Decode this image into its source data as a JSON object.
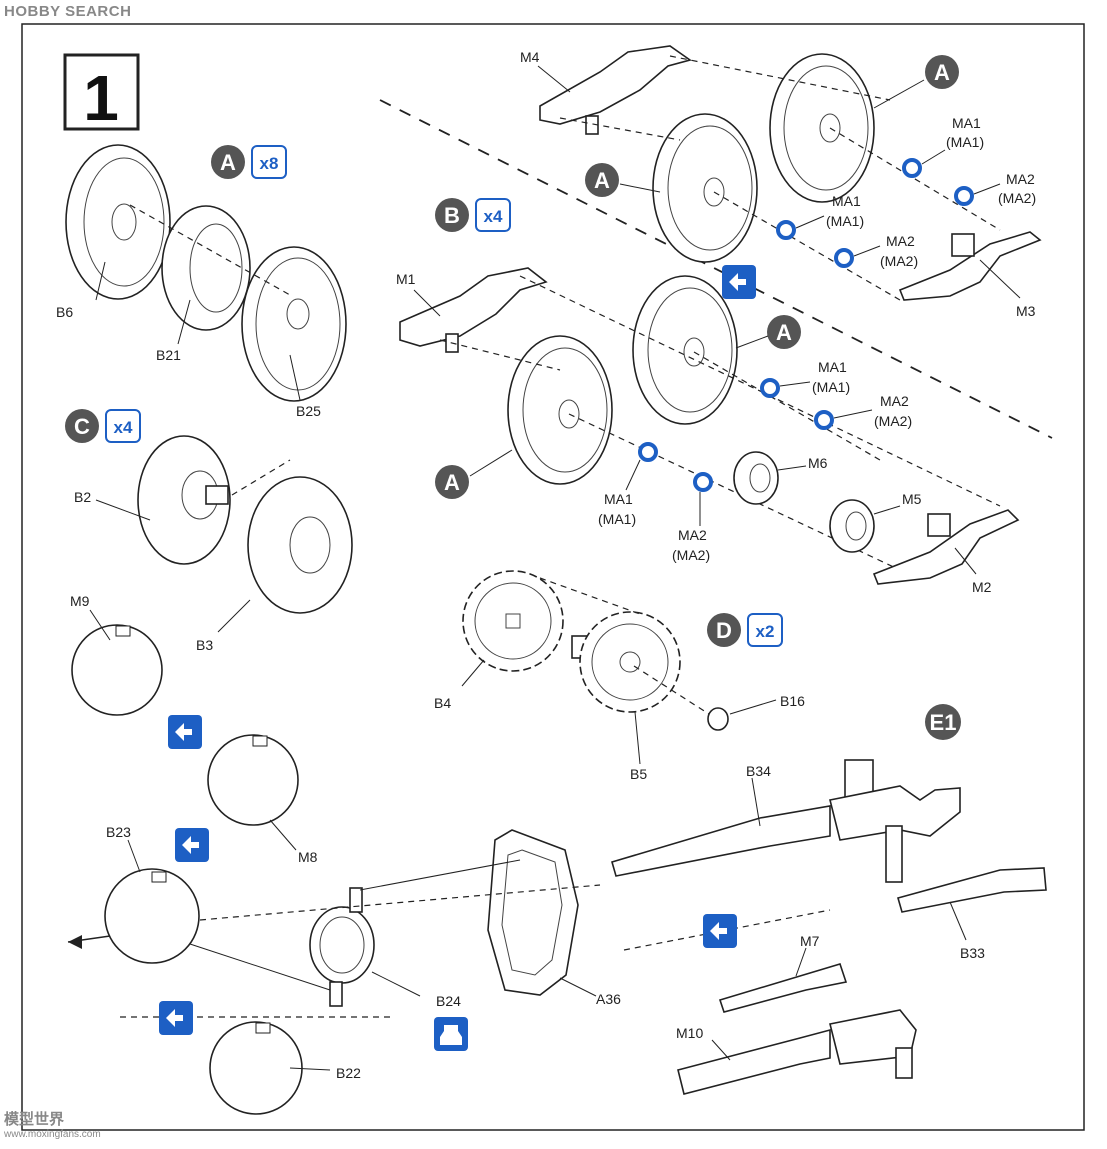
{
  "header": {
    "brand": "HOBBY SEARCH"
  },
  "step": {
    "number": "1"
  },
  "subassemblies": [
    {
      "letter": "A",
      "qty": "x8"
    },
    {
      "letter": "B",
      "qty": "x4"
    },
    {
      "letter": "C",
      "qty": "x4"
    },
    {
      "letter": "D",
      "qty": "x2"
    },
    {
      "letter": "E1",
      "qty": ""
    }
  ],
  "parts": {
    "B6": "B6",
    "B21": "B21",
    "B25": "B25",
    "B2": "B2",
    "B3": "B3",
    "M9": "M9",
    "M8": "M8",
    "B23": "B23",
    "B24": "B24",
    "A36": "A36",
    "B22": "B22",
    "M4": "M4",
    "M3": "M3",
    "M1": "M1",
    "M6": "M6",
    "M5": "M5",
    "M2": "M2",
    "B4": "B4",
    "B5": "B5",
    "B16": "B16",
    "B34": "B34",
    "B33": "B33",
    "M7": "M7",
    "M10": "M10"
  },
  "washers": {
    "ma1": "MA1",
    "ma1_paren": "(MA1)",
    "ma2": "MA2",
    "ma2_paren": "(MA2)"
  },
  "footer": {
    "site": "模型世界",
    "url": "www.moxingfans.com"
  },
  "colors": {
    "accent": "#1d5fc4",
    "badge": "#555555",
    "ink": "#222222"
  }
}
